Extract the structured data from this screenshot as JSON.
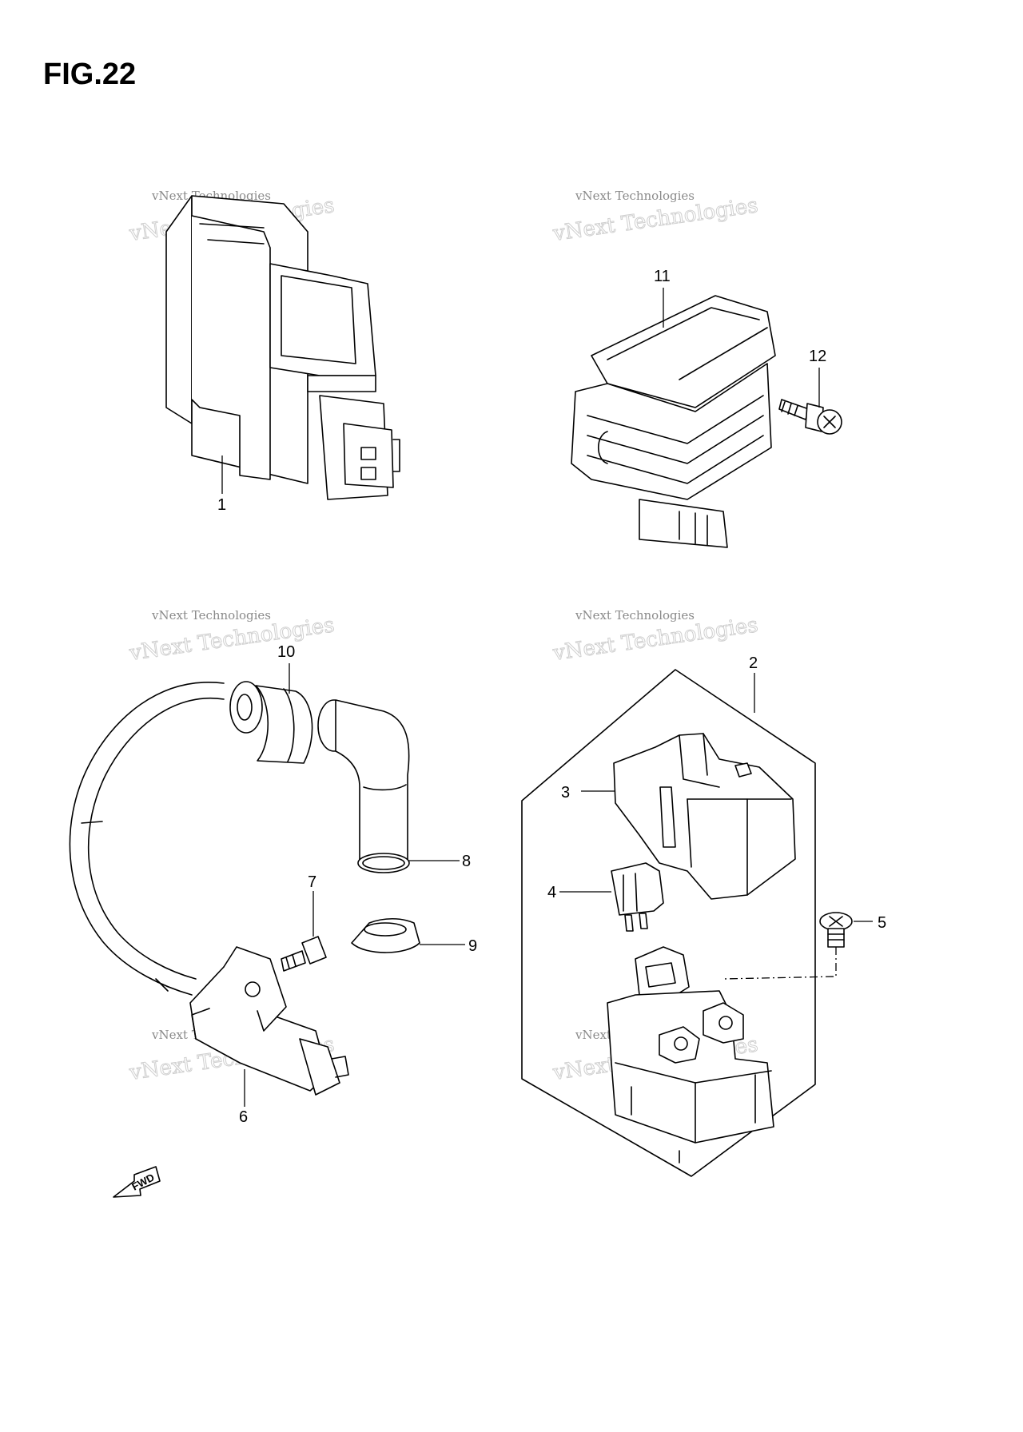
{
  "figure_title": "FIG.22",
  "watermark": {
    "line1": "vNext Technologies",
    "line2": "vNext Technologies"
  },
  "fwd_label": "FWD",
  "parts": [
    {
      "id": "part-1",
      "number": "1"
    },
    {
      "id": "part-2",
      "number": "2"
    },
    {
      "id": "part-3",
      "number": "3"
    },
    {
      "id": "part-4",
      "number": "4"
    },
    {
      "id": "part-5",
      "number": "5"
    },
    {
      "id": "part-6",
      "number": "6"
    },
    {
      "id": "part-7",
      "number": "7"
    },
    {
      "id": "part-8",
      "number": "8"
    },
    {
      "id": "part-9",
      "number": "9"
    },
    {
      "id": "part-10",
      "number": "10"
    },
    {
      "id": "part-11",
      "number": "11"
    },
    {
      "id": "part-12",
      "number": "12"
    }
  ]
}
